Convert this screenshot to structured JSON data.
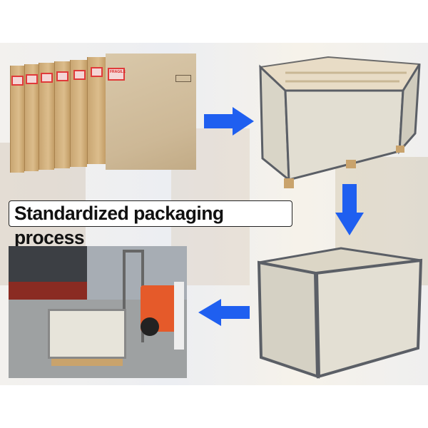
{
  "title": "Standardized packaging process",
  "steps": [
    {
      "name": "cartons-packed",
      "sticker_text": "FRAGILE"
    },
    {
      "name": "wooden-crate-open"
    },
    {
      "name": "wooden-crate-closed"
    },
    {
      "name": "forklift-loading-container"
    }
  ],
  "colors": {
    "arrow": "#1f5ff0",
    "crate_frame": "#5b5f66",
    "carton": "#d2b17d",
    "sticker": "#e03a3a"
  }
}
